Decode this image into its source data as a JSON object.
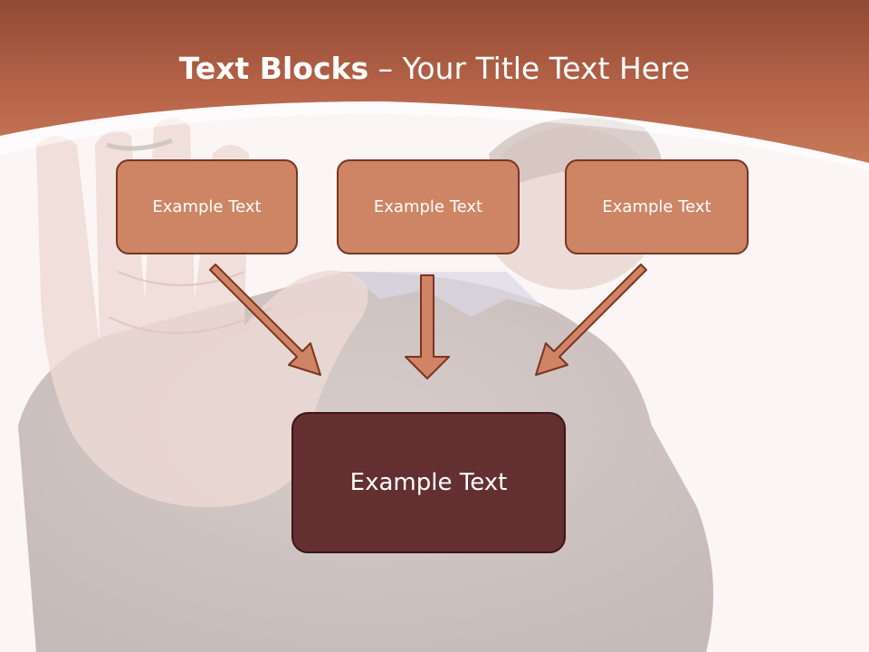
{
  "slide": {
    "title_bold": "Text Blocks",
    "title_separator": " – ",
    "title_rest": "Your Title Text Here",
    "top_boxes": [
      "Example Text",
      "Example Text",
      "Example Text"
    ],
    "main_box": "Example Text",
    "icons": [
      "arrow-down-right-icon",
      "arrow-down-icon",
      "arrow-down-left-icon"
    ]
  },
  "colors": {
    "header": "#b9654a",
    "box_fill": "#cd8566",
    "box_border": "#7a3420",
    "main_fill": "#642f30",
    "background": "#fbf6f5"
  }
}
